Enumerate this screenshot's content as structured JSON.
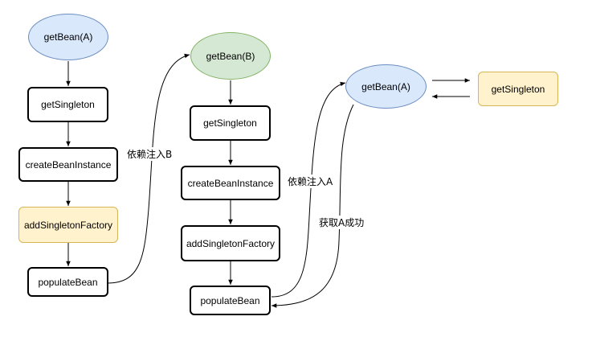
{
  "nodes": {
    "a_getbean": "getBean(A)",
    "a_getsingleton": "getSingleton",
    "a_createbeaninstance": "createBeanInstance",
    "a_addsingletonfactory": "addSingletonFactory",
    "a_populatebean": "populateBean",
    "b_getbean": "getBean(B)",
    "b_getsingleton": "getSingleton",
    "b_createbeaninstance": "createBeanInstance",
    "b_addsingletonfactory": "addSingletonFactory",
    "b_populatebean": "populateBean",
    "a2_getbean": "getBean(A)",
    "getsingleton_cache": "getSingleton"
  },
  "edge_labels": {
    "inject_b": "依赖注入B",
    "inject_a": "依赖注入A",
    "get_a_success": "获取A成功"
  },
  "colors": {
    "blue_fill": "#dae8fc",
    "blue_stroke": "#6c8ebf",
    "green_fill": "#d5e8d4",
    "green_stroke": "#82b366",
    "yellow_fill": "#fff2cc",
    "yellow_stroke": "#d6b656"
  }
}
